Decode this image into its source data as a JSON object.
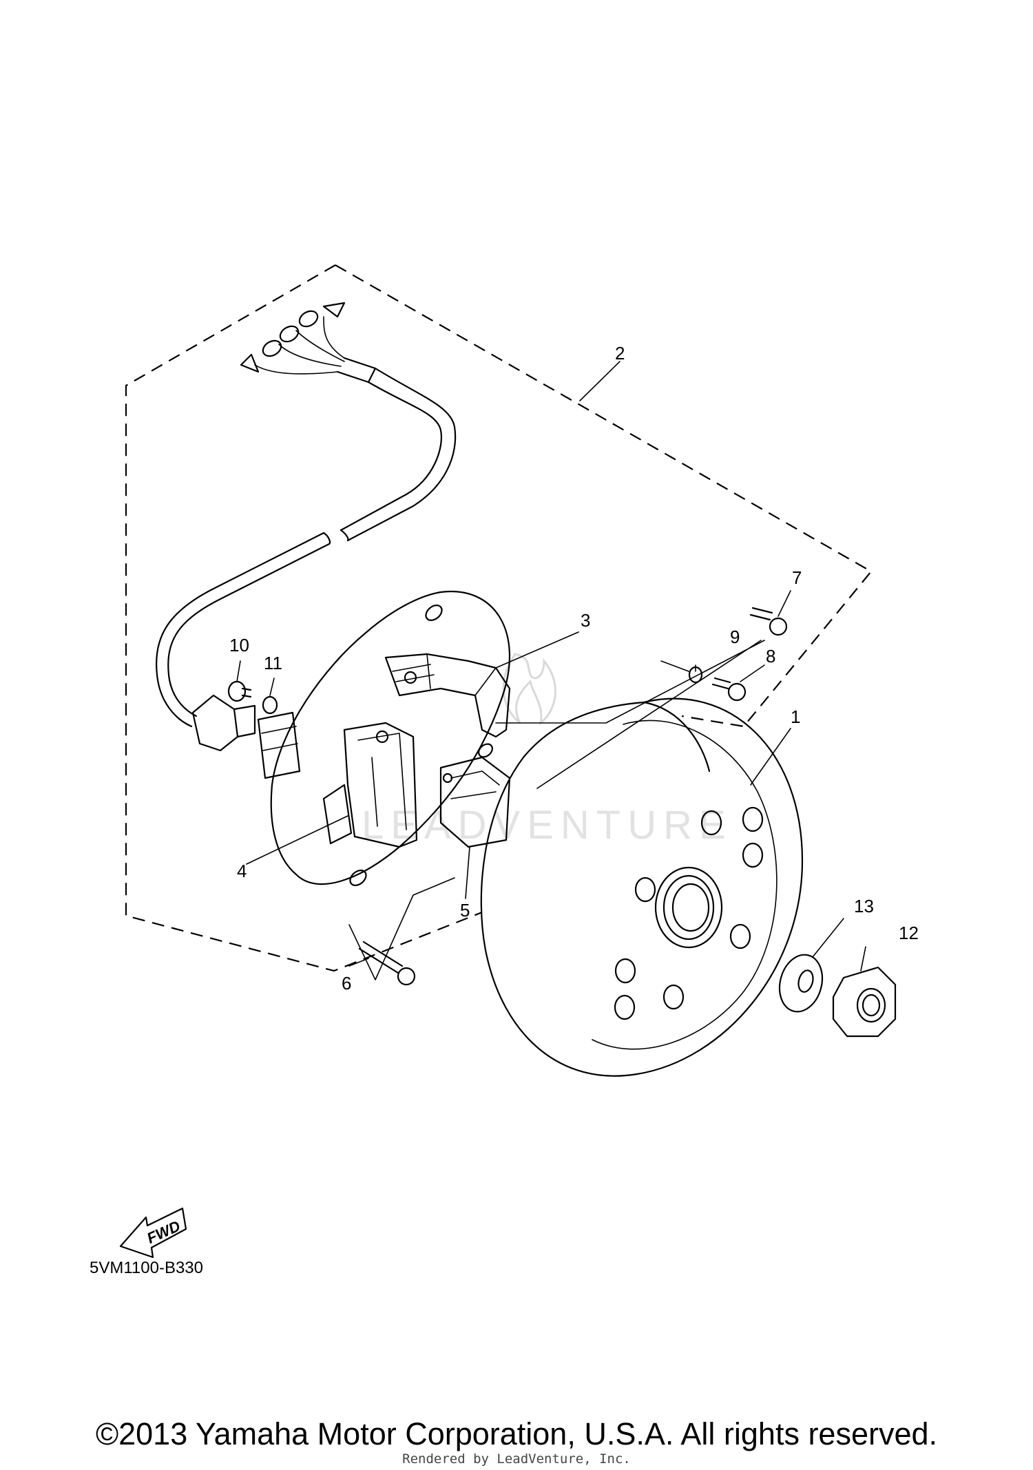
{
  "diagram": {
    "code": "5VM1100-B330",
    "fwd_label": "FWD",
    "watermark": "LEADVENTURE",
    "callouts": [
      "1",
      "2",
      "3",
      "4",
      "5",
      "6",
      "7",
      "8",
      "9",
      "10",
      "11",
      "12",
      "13"
    ]
  },
  "footer": {
    "copyright": "©2013 Yamaha Motor Corporation, U.S.A. All rights reserved.",
    "rendered_by": "Rendered by LeadVenture, Inc."
  },
  "colors": {
    "line": "#000000",
    "background": "#ffffff",
    "watermark": "#d9d9d9"
  }
}
